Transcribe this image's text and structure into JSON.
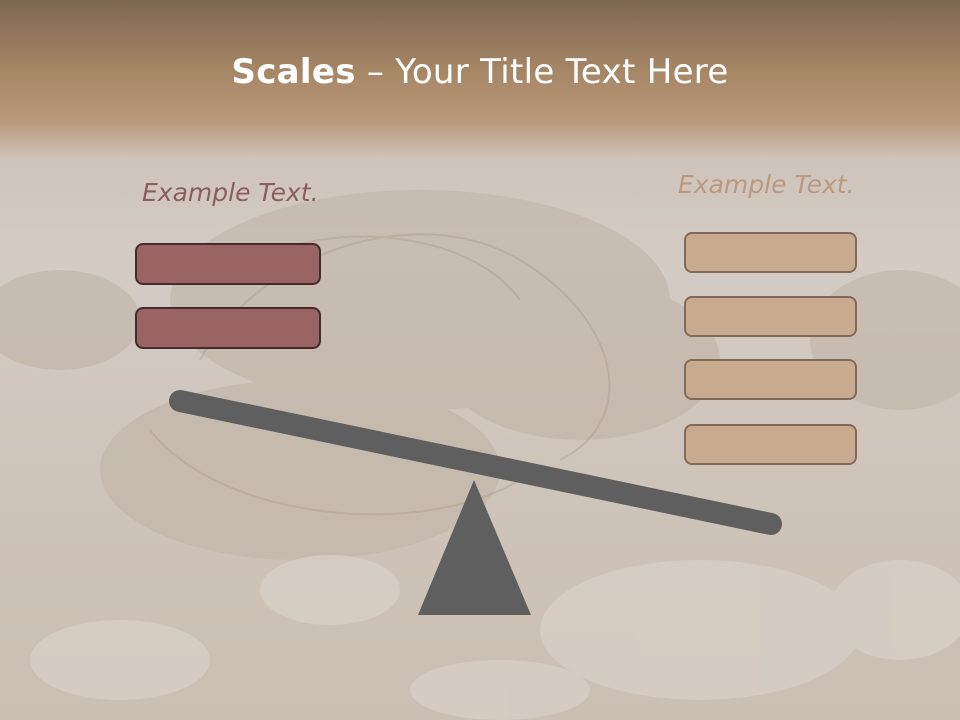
{
  "slide": {
    "title_bold": "Scales",
    "title_rest": " – Your Title Text Here",
    "left_label": "Example Text.",
    "right_label": "Example Text.",
    "left_boxes": 2,
    "right_boxes": 4
  },
  "colors": {
    "header_brown": "#a58665",
    "left_box_fill": "#9b6464",
    "left_box_border": "#452c2c",
    "right_box_fill": "#c8aa8f",
    "right_box_border": "#7f6b58",
    "beam": "#5f5f5f",
    "left_label": "#8b5e5e",
    "right_label": "#b99a7e"
  },
  "icons": {
    "seesaw": "balance-scale-icon"
  }
}
